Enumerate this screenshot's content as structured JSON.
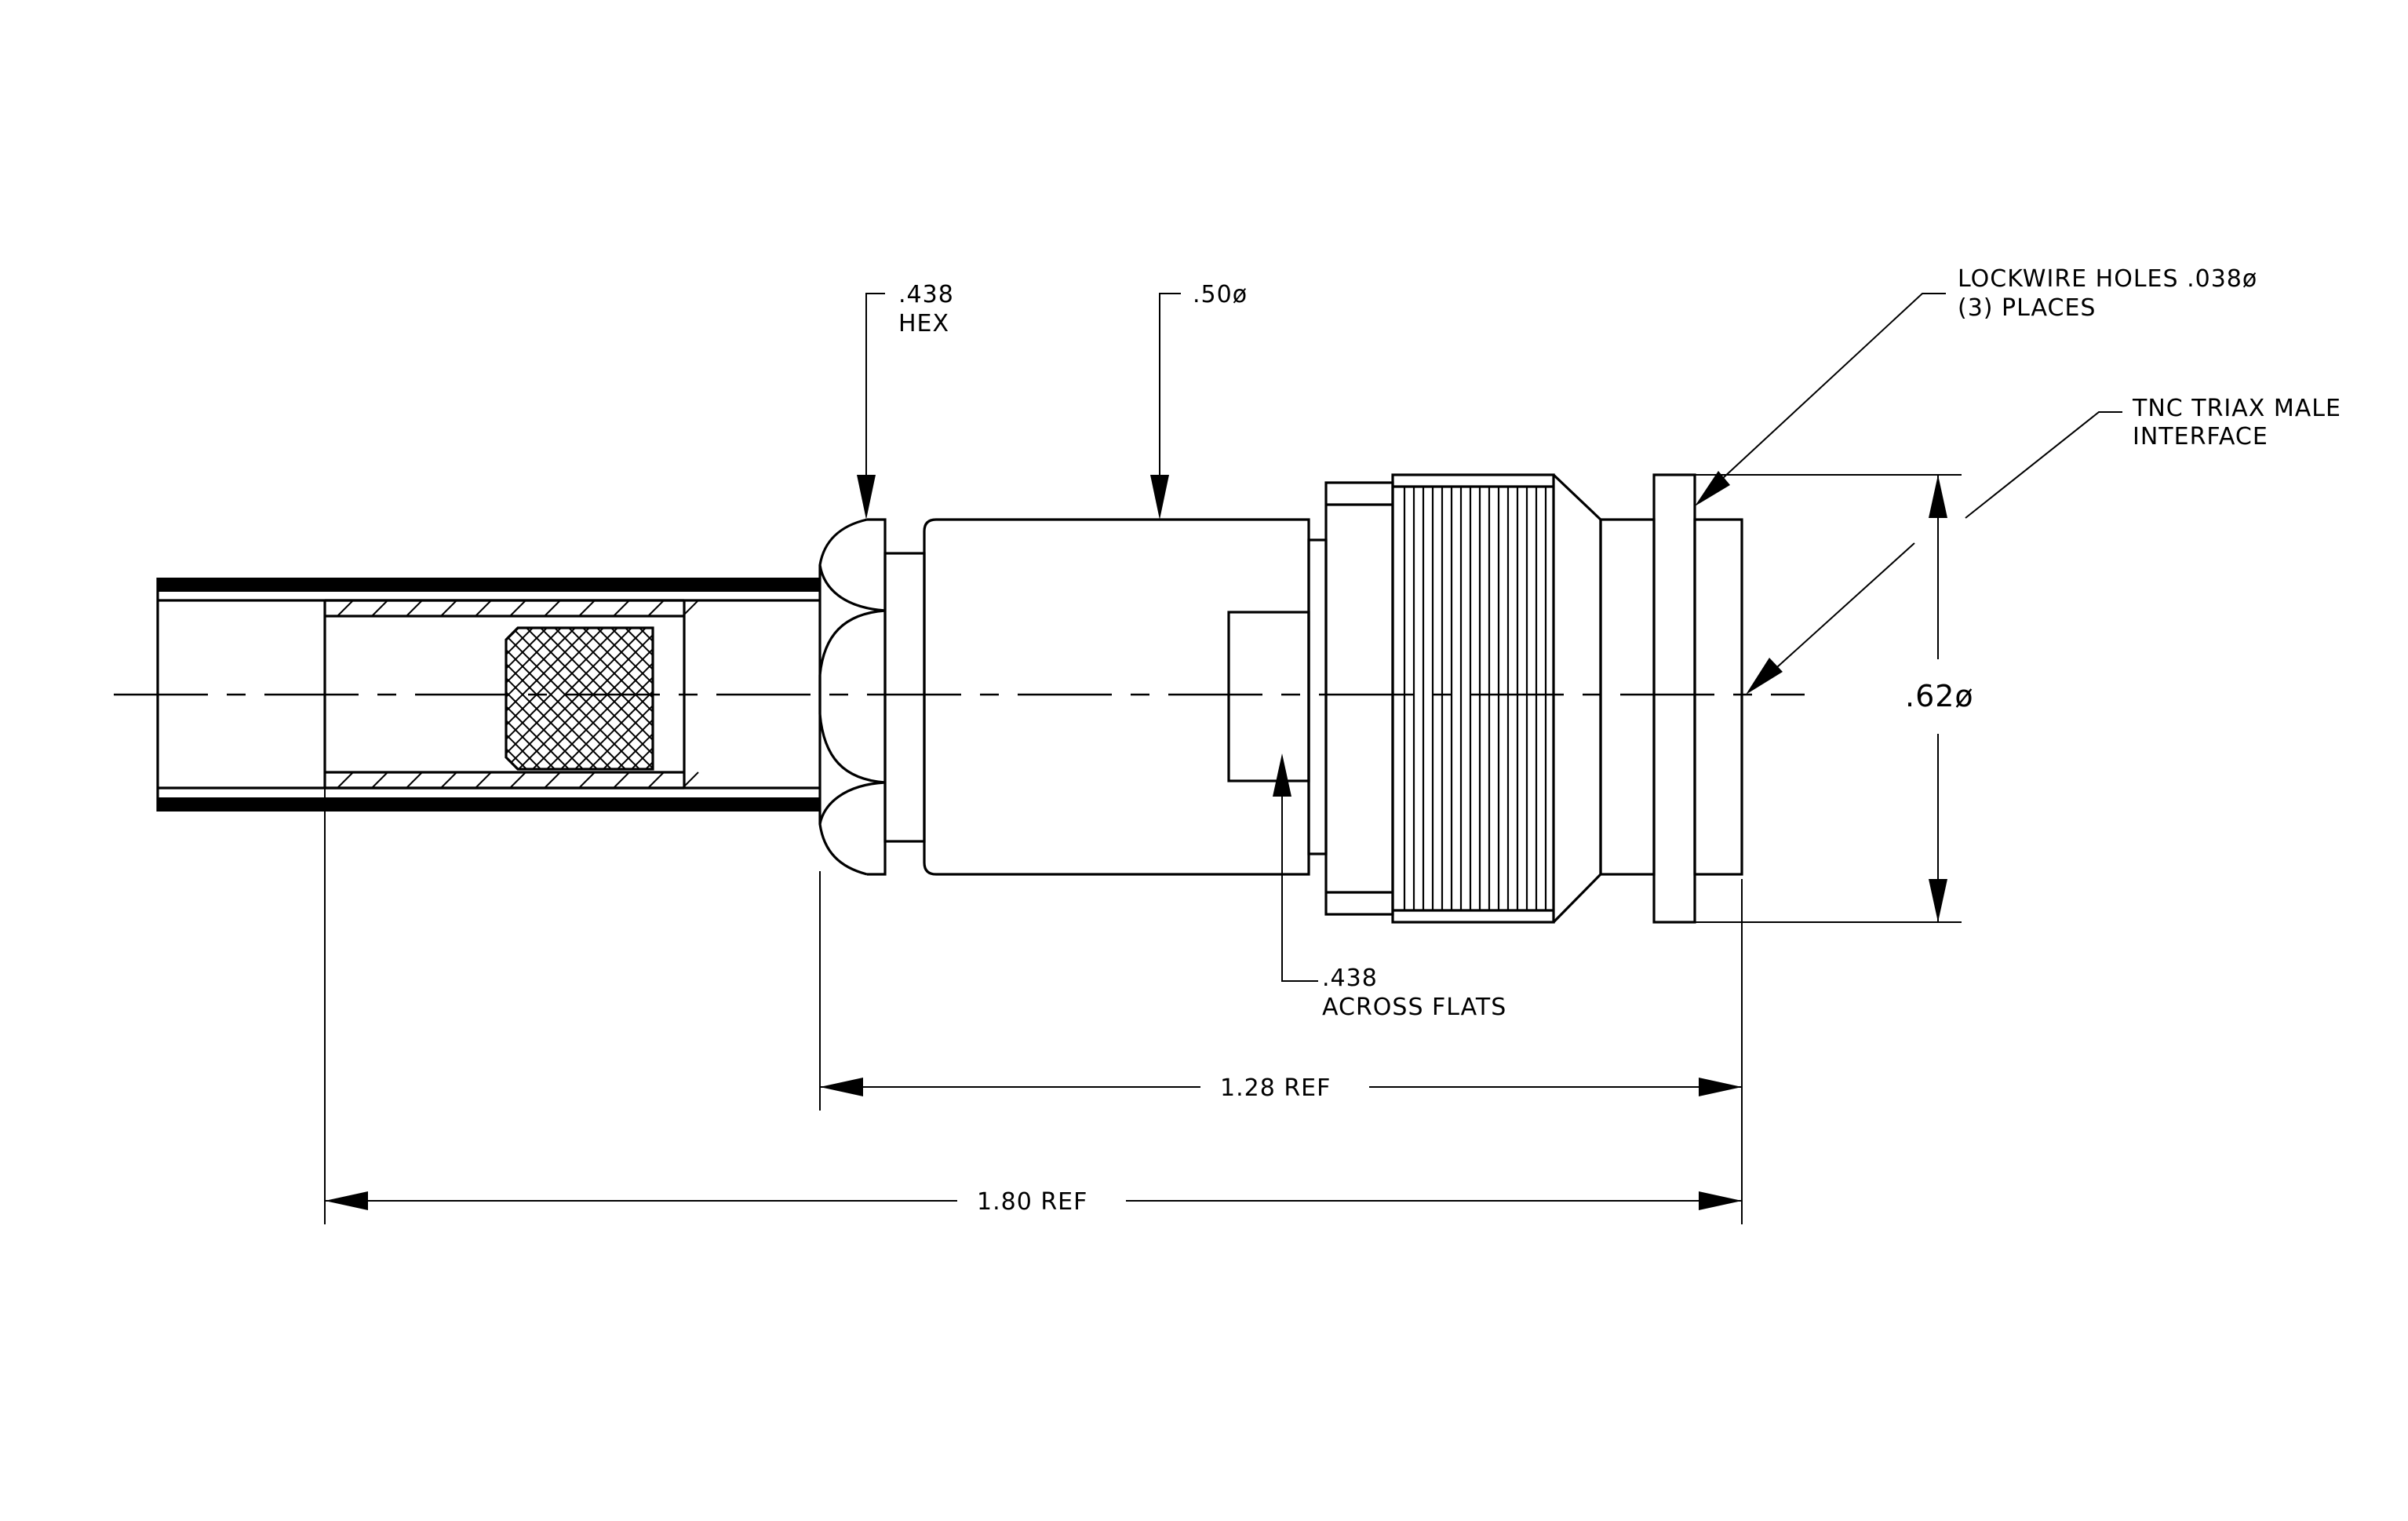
{
  "callouts": {
    "hex": {
      "line1": ".438",
      "line2": "HEX"
    },
    "body_dia": {
      "line1": ".50ø"
    },
    "lockwire": {
      "line1": "LOCKWIRE HOLES .038ø",
      "line2": "(3)  PLACES"
    },
    "interface": {
      "line1": "TNC TRIAX MALE",
      "line2": "INTERFACE"
    },
    "flats": {
      "line1": ".438",
      "line2": "ACROSS FLATS"
    },
    "overall_dia": {
      "line1": ".62ø"
    }
  },
  "dimensions": {
    "connector_length": "1.28 REF",
    "overall_length": "1.80 REF"
  },
  "colors": {
    "ink": "#000000",
    "paper": "#ffffff"
  }
}
